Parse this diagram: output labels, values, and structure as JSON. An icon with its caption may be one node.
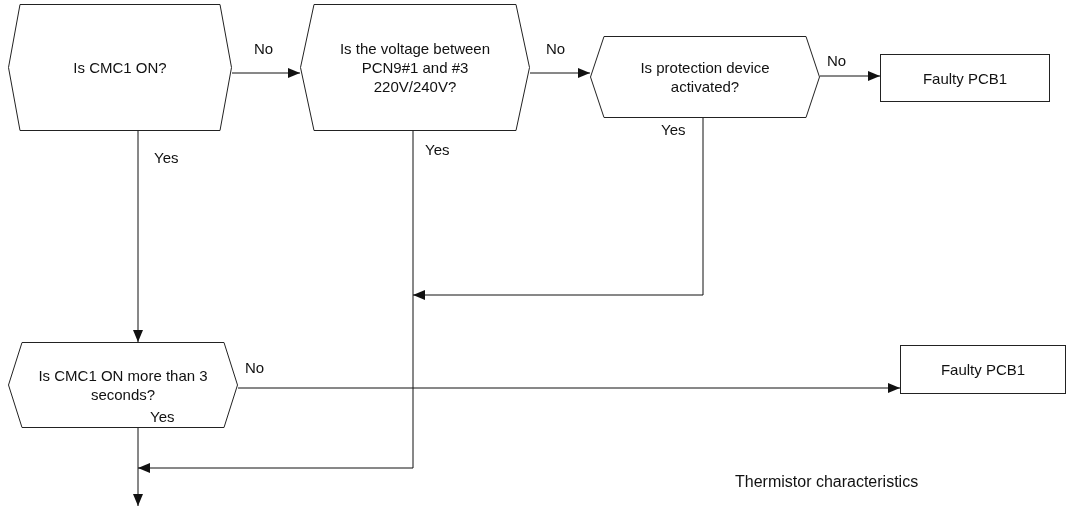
{
  "diagram": {
    "nodes": [
      {
        "text": [
          "Is CMC1 ON?"
        ]
      },
      {
        "text": [
          "Is the voltage between PCN9#1 and #3 220V/240V?"
        ]
      },
      {
        "text": [
          "Is protection device activated?"
        ]
      },
      {
        "text": [
          "Faulty PCB1"
        ]
      },
      {
        "text": [
          "Is CMC1 ON more than 3 seconds?"
        ]
      },
      {
        "text": [
          "Faulty PCB1"
        ]
      }
    ],
    "edges": [
      {
        "from": 0,
        "to": 1,
        "arrow": "to",
        "label": "No"
      },
      {
        "from": 1,
        "to": 2,
        "arrow": "to",
        "label": "No"
      },
      {
        "from": 2,
        "to": 3,
        "arrow": "to",
        "label": "No"
      },
      {
        "from": 0,
        "to": 4,
        "arrow": "to",
        "label": "Yes"
      },
      {
        "from": 2,
        "to": null,
        "arrow": "to",
        "label": "Yes"
      },
      {
        "from": 4,
        "to": 5,
        "arrow": "to",
        "label": "No"
      },
      {
        "from": 1,
        "to": null,
        "arrow": "to",
        "label": "Yes"
      },
      {
        "from": 4,
        "to": null,
        "arrow": "to",
        "label": "Yes"
      }
    ],
    "labels": [
      "Thermistor characteristics"
    ]
  }
}
